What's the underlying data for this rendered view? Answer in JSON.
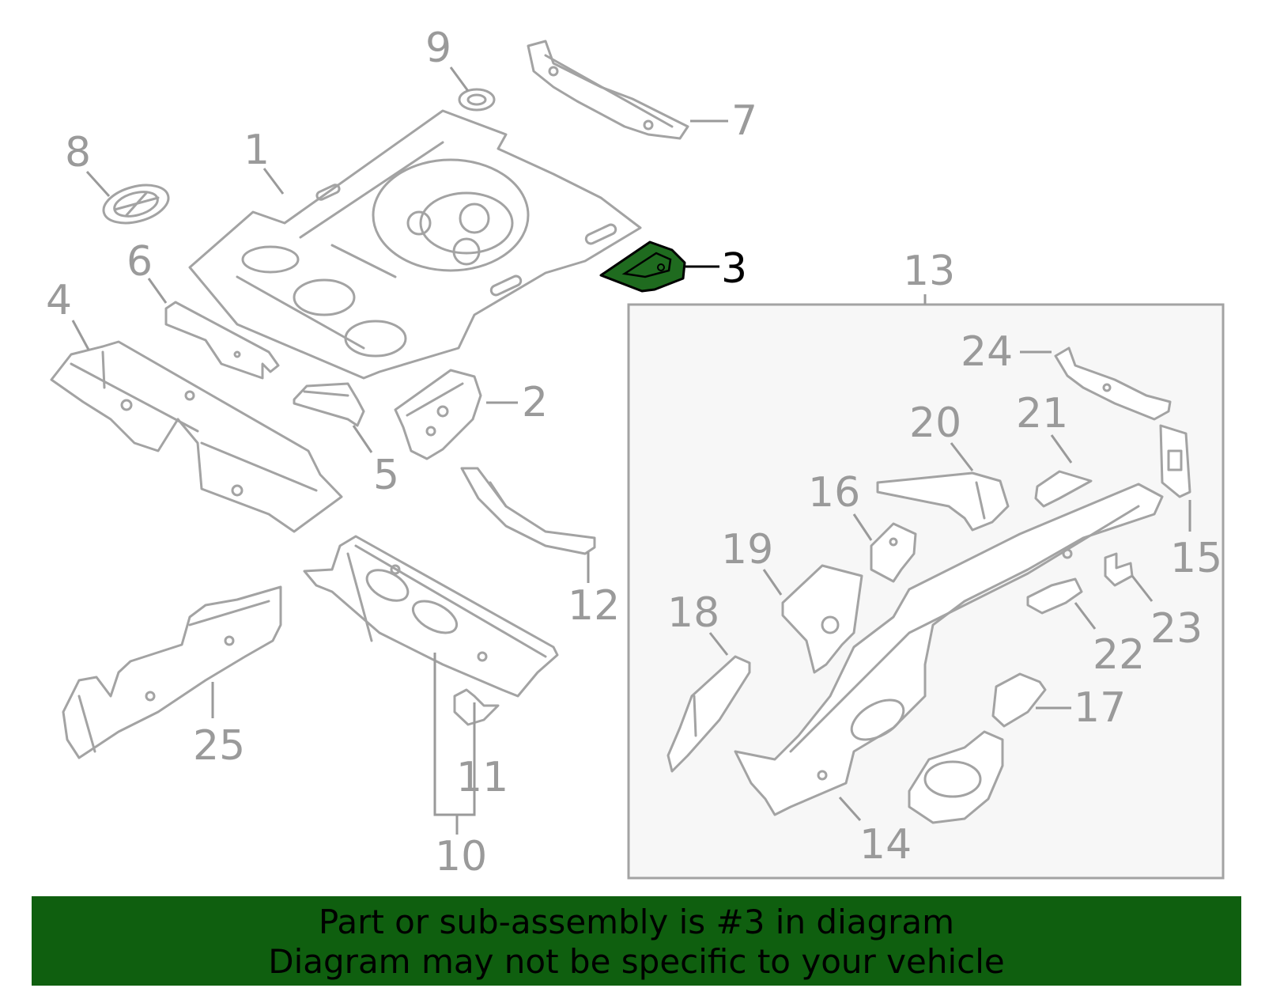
{
  "diagram": {
    "callouts": [
      {
        "id": "1",
        "label": "1"
      },
      {
        "id": "2",
        "label": "2"
      },
      {
        "id": "3",
        "label": "3"
      },
      {
        "id": "4",
        "label": "4"
      },
      {
        "id": "5",
        "label": "5"
      },
      {
        "id": "6",
        "label": "6"
      },
      {
        "id": "7",
        "label": "7"
      },
      {
        "id": "8",
        "label": "8"
      },
      {
        "id": "9",
        "label": "9"
      },
      {
        "id": "10",
        "label": "10"
      },
      {
        "id": "11",
        "label": "11"
      },
      {
        "id": "12",
        "label": "12"
      },
      {
        "id": "13",
        "label": "13"
      },
      {
        "id": "14",
        "label": "14"
      },
      {
        "id": "15",
        "label": "15"
      },
      {
        "id": "16",
        "label": "16"
      },
      {
        "id": "17",
        "label": "17"
      },
      {
        "id": "18",
        "label": "18"
      },
      {
        "id": "19",
        "label": "19"
      },
      {
        "id": "20",
        "label": "20"
      },
      {
        "id": "21",
        "label": "21"
      },
      {
        "id": "22",
        "label": "22"
      },
      {
        "id": "23",
        "label": "23"
      },
      {
        "id": "24",
        "label": "24"
      },
      {
        "id": "25",
        "label": "25"
      }
    ],
    "highlighted_part": "3",
    "highlight_color": "#1f6b1f",
    "line_color": "#a3a3a3"
  },
  "banner": {
    "line1": "Part or sub-assembly is #3 in diagram",
    "line2": "Diagram may not be specific to your vehicle",
    "background": "#0f5f0f"
  }
}
